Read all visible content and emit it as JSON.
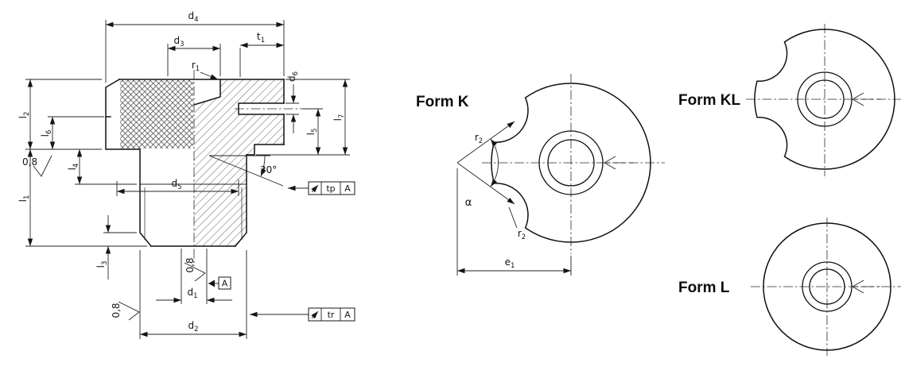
{
  "dims": {
    "d1": {
      "b": "d",
      "s": "1"
    },
    "d2": {
      "b": "d",
      "s": "2"
    },
    "d3": {
      "b": "d",
      "s": "3"
    },
    "d4": {
      "b": "d",
      "s": "4"
    },
    "d5": {
      "b": "d",
      "s": "5"
    },
    "d6": {
      "b": "d",
      "s": "6"
    },
    "l1": {
      "b": "l",
      "s": "1"
    },
    "l2": {
      "b": "l",
      "s": "2"
    },
    "l3": {
      "b": "l",
      "s": "3"
    },
    "l4": {
      "b": "l",
      "s": "4"
    },
    "l5": {
      "b": "l",
      "s": "5"
    },
    "l6": {
      "b": "l",
      "s": "6"
    },
    "l7": {
      "b": "l",
      "s": "7"
    },
    "t1": {
      "b": "t",
      "s": "1"
    },
    "r1": {
      "b": "r",
      "s": "1"
    },
    "r2": {
      "b": "r",
      "s": "2"
    },
    "e1": {
      "b": "e",
      "s": "1"
    },
    "angle": "30°",
    "alpha": "α",
    "roughness": "0,8"
  },
  "gdt": {
    "tp": "tp",
    "tr": "tr",
    "datum": "A",
    "symbol": "runout-arrow"
  },
  "forms": {
    "k": "Form K",
    "kl": "Form KL",
    "l": "Form L"
  },
  "colors": {
    "ink": "#141414",
    "background": "#ffffff"
  }
}
